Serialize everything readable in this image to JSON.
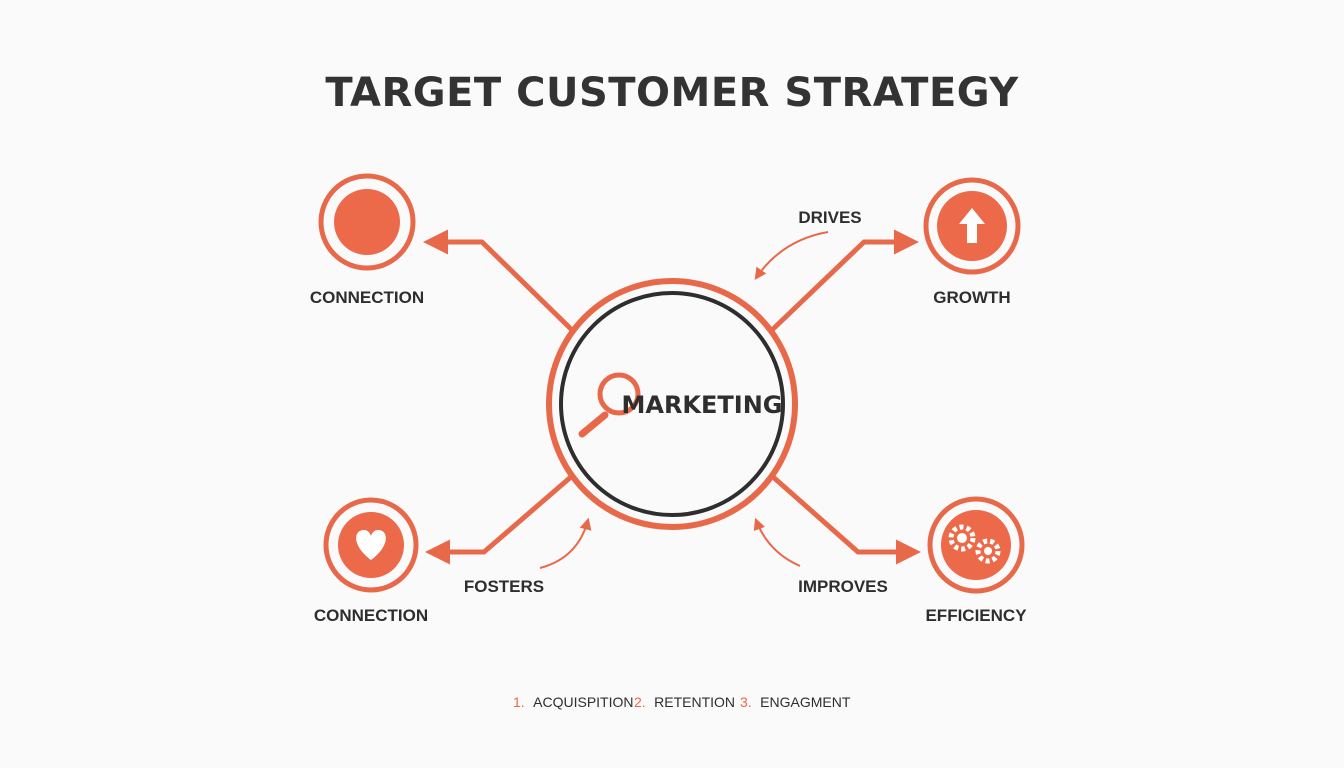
{
  "title": "TARGET CUSTOMER STRATEGY",
  "center": {
    "label": "MARKETING",
    "icon": "magnifying-glass-icon"
  },
  "nodes": {
    "top_left": {
      "label": "CONNECTION",
      "icon": "circle-dot-icon"
    },
    "top_right": {
      "label": "GROWTH",
      "icon": "arrow-up-icon"
    },
    "bottom_left": {
      "label": "CONNECTION",
      "icon": "heart-icon"
    },
    "bottom_right": {
      "label": "EFFICIENCY",
      "icon": "gears-icon"
    }
  },
  "relations": {
    "drives": "DRIVES",
    "fosters": "FOSTERS",
    "improves": "IMPROVES"
  },
  "legend": [
    {
      "num": "1.",
      "text": "ACQUISPITION"
    },
    {
      "num": "2.",
      "text": "RETENTION"
    },
    {
      "num": "3.",
      "text": "ENGAGMENT"
    }
  ],
  "colors": {
    "accent": "#e8694a",
    "dark": "#333333",
    "background": "#fafafa"
  }
}
